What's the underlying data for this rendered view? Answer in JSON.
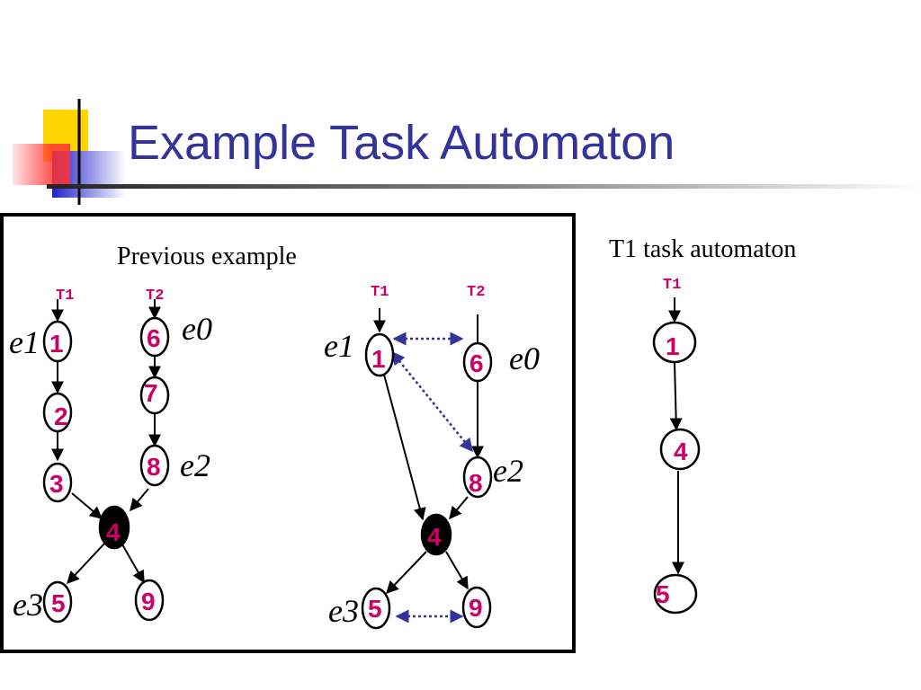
{
  "title": "Example Task Automaton",
  "left_caption": "Previous example",
  "right_caption": "T1 task automaton",
  "colors": {
    "title": "#333399",
    "node_text": "#cc0066",
    "dashed_arrow": "#333399"
  },
  "panels": {
    "left": {
      "task_labels": {
        "t1": "T1",
        "t2": "T2"
      },
      "nodes": {
        "n1": "1",
        "n2": "2",
        "n3": "3",
        "n4": "4",
        "n5": "5",
        "n6": "6",
        "n7": "7",
        "n8": "8",
        "n9": "9"
      },
      "events": {
        "e1": "e1",
        "e0": "e0",
        "e2": "e2",
        "e3": "e3"
      }
    },
    "middle": {
      "task_labels": {
        "t1": "T1",
        "t2": "T2"
      },
      "nodes": {
        "n1": "1",
        "n6": "6",
        "n8": "8",
        "n4": "4",
        "n5": "5",
        "n9": "9"
      },
      "events": {
        "e1": "e1",
        "e0": "e0",
        "e2": "e2",
        "e3": "e3"
      }
    },
    "right": {
      "task_labels": {
        "t1": "T1"
      },
      "nodes": {
        "n1": "1",
        "n4": "4",
        "n5": "5"
      }
    }
  }
}
